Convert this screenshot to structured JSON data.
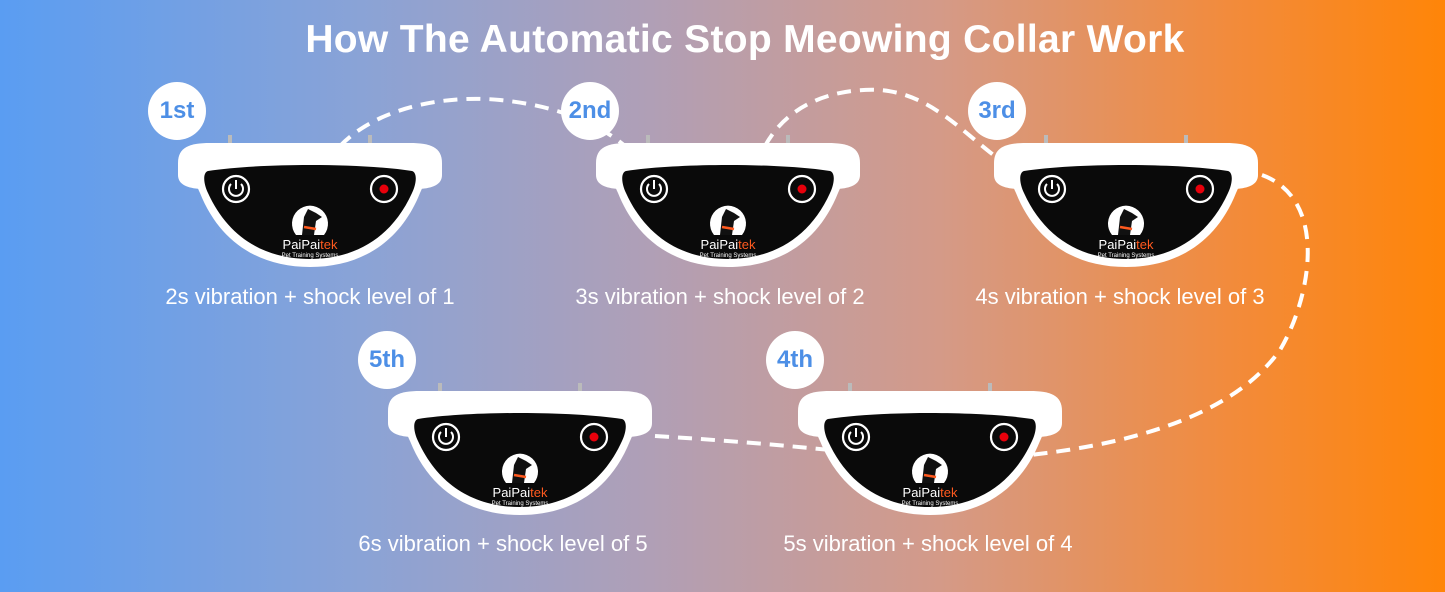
{
  "title": "How The Automatic Stop Meowing Collar Work",
  "steps": [
    {
      "badge": "1st",
      "caption": "2s vibration + shock level of 1"
    },
    {
      "badge": "2nd",
      "caption": "3s vibration + shock level of 2"
    },
    {
      "badge": "3rd",
      "caption": "4s vibration + shock level of 3"
    },
    {
      "badge": "4th",
      "caption": "5s vibration + shock level of 4"
    },
    {
      "badge": "5th",
      "caption": "6s vibration + shock level of 5"
    }
  ],
  "brand": {
    "name_a": "PaiPai",
    "name_b": "tek",
    "tagline": "Pet Training Systems"
  },
  "colors": {
    "badge_text": "#4d8fe6",
    "brand_accent": "#ff5a1f",
    "led": "#e8000b"
  }
}
